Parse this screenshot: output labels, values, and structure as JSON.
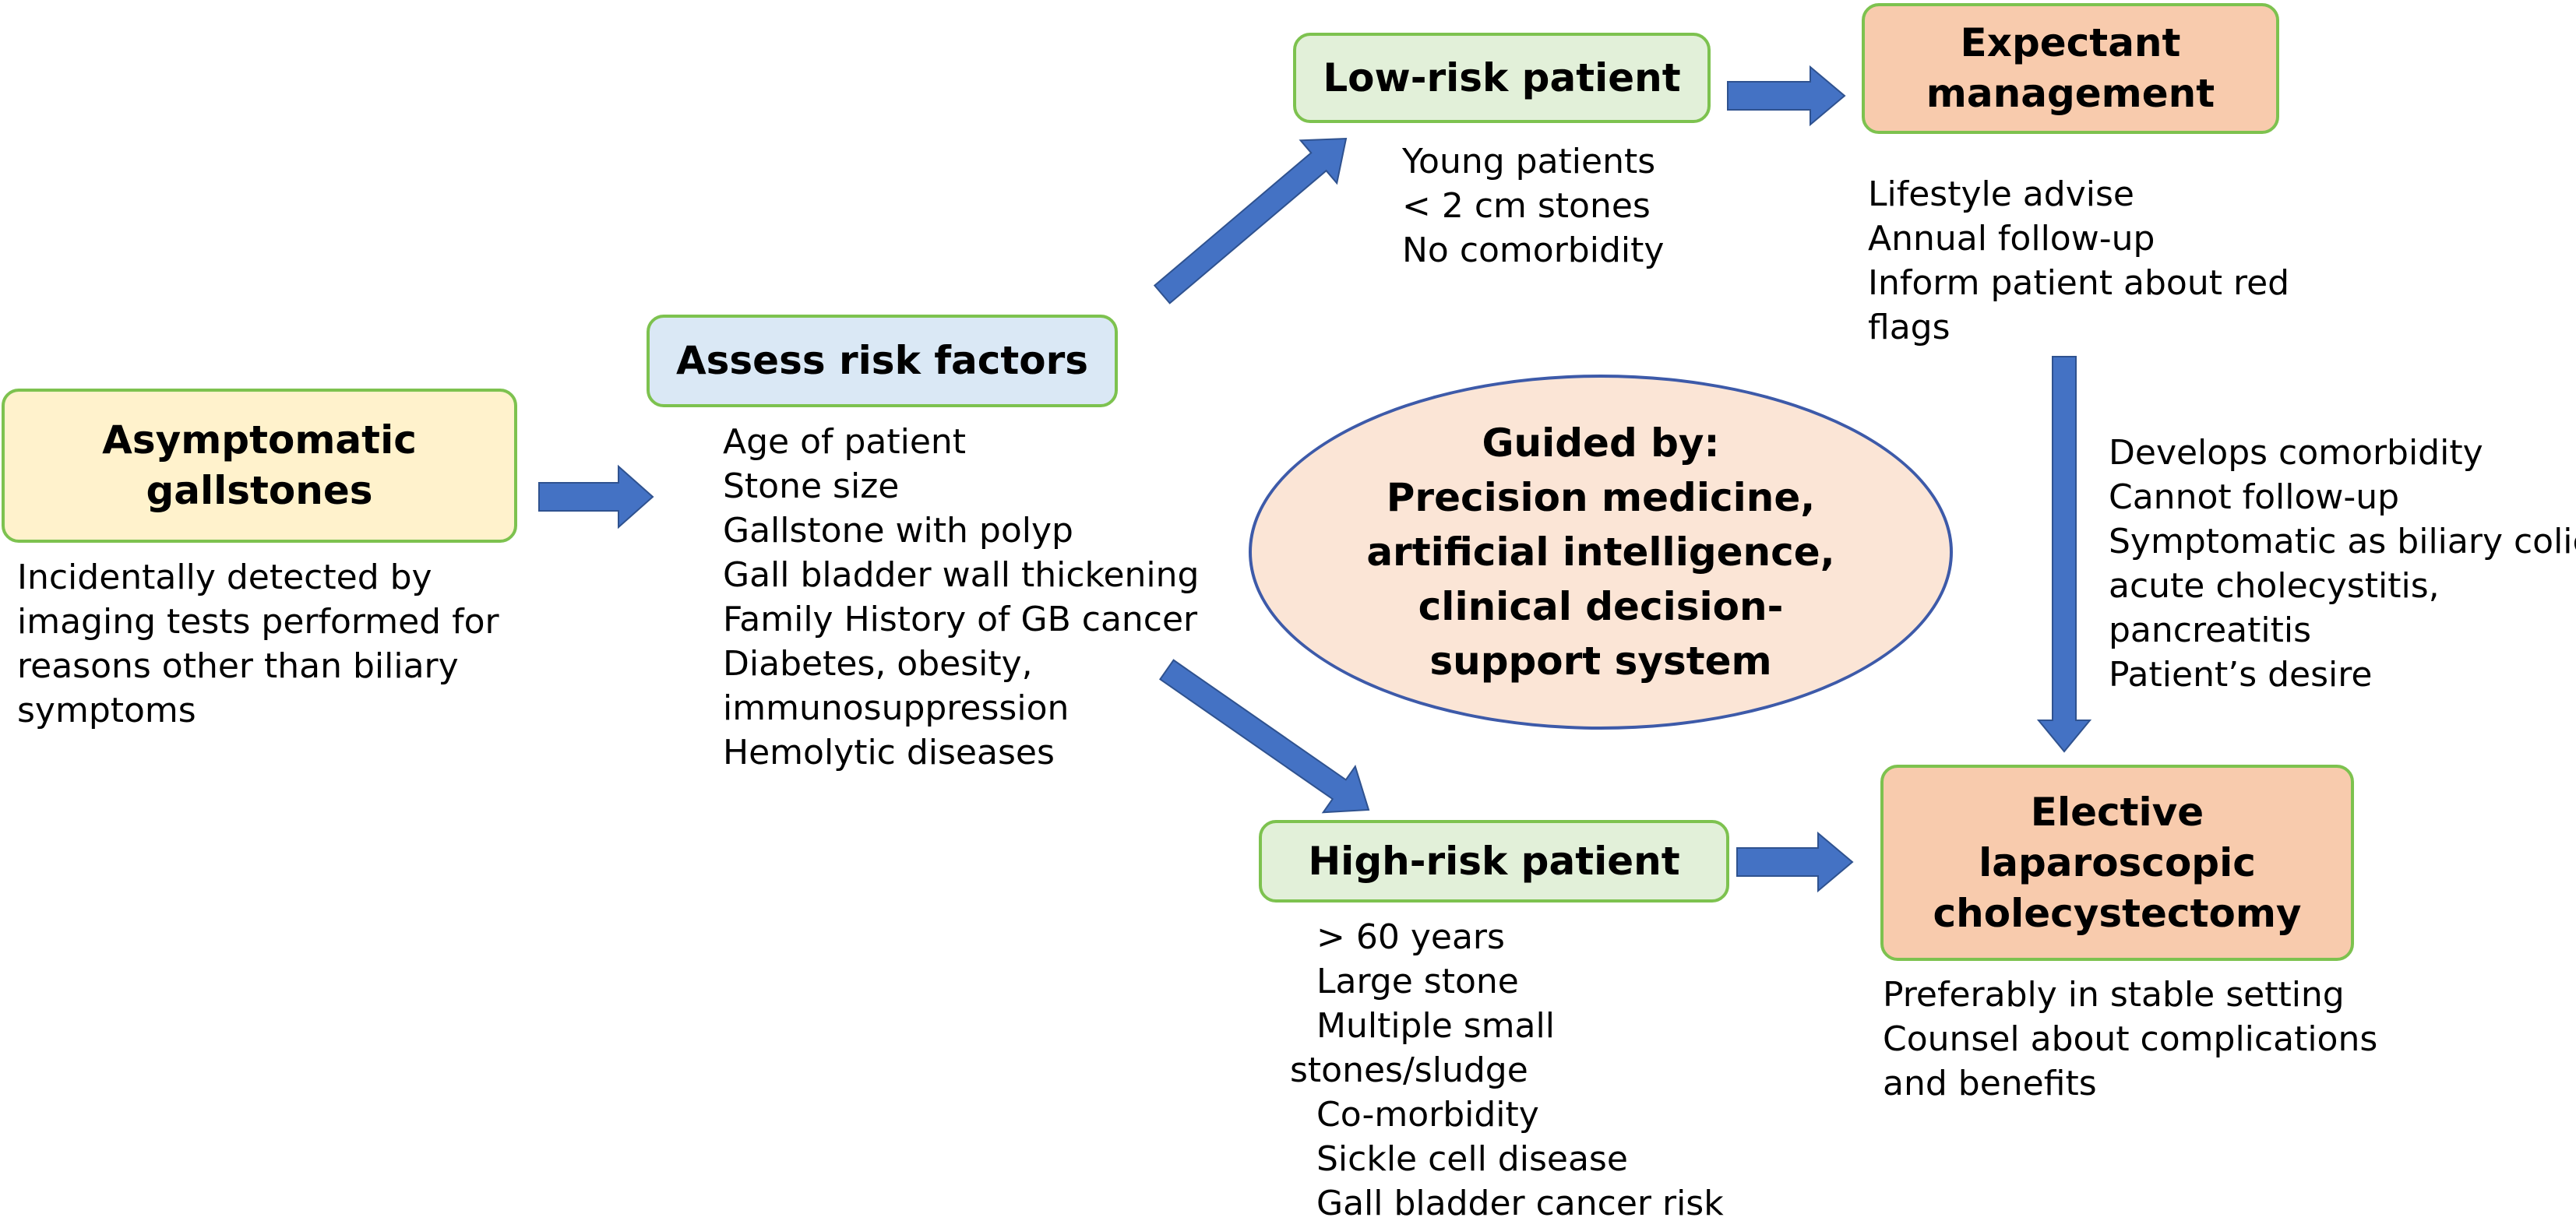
{
  "colors": {
    "arrow": "#4472c4",
    "box_border": "#7dc24f",
    "start_fill": "#fff2cc",
    "assess_fill": "#dae8f5",
    "risk_fill": "#e2f0d9",
    "outcome_fill": "#f8cbad",
    "ellipse_fill": "#fbe5d6",
    "ellipse_border": "#3d5aa9"
  },
  "start": {
    "title": "Asymptomatic\ngallstones",
    "note": "Incidentally detected by imaging tests performed for reasons other than biliary symptoms"
  },
  "assess": {
    "title": "Assess risk factors",
    "items": [
      "Age of patient",
      "Stone size",
      "Gallstone with polyp",
      "Gall bladder wall thickening",
      "Family History of GB cancer",
      "Diabetes, obesity,",
      "immunosuppression",
      "Hemolytic diseases"
    ]
  },
  "low_risk": {
    "title": "Low-risk patient",
    "items": [
      "Young patients",
      "< 2 cm stones",
      "No comorbidity"
    ]
  },
  "high_risk": {
    "title": "High-risk patient",
    "items": [
      "> 60 years",
      "Large stone",
      "Multiple small",
      "stones/sludge",
      "Co-morbidity",
      "Sickle cell disease",
      "Gall bladder cancer risk"
    ]
  },
  "expectant": {
    "title": "Expectant\nmanagement",
    "items": [
      "Lifestyle advise",
      "Annual follow-up",
      "Inform patient about red",
      "flags"
    ]
  },
  "transition": {
    "items": [
      "Develops comorbidity",
      "Cannot follow-up",
      "Symptomatic as biliary colic,",
      "acute cholecystitis,",
      "pancreatitis",
      "Patient’s desire"
    ]
  },
  "elective": {
    "title": "Elective\nlaparoscopic\ncholecystectomy",
    "items": [
      "Preferably in stable setting",
      "Counsel about complications",
      "and benefits"
    ]
  },
  "guided": {
    "text": "Guided by:\nPrecision medicine,\nartificial intelligence,\nclinical decision-\nsupport system"
  }
}
